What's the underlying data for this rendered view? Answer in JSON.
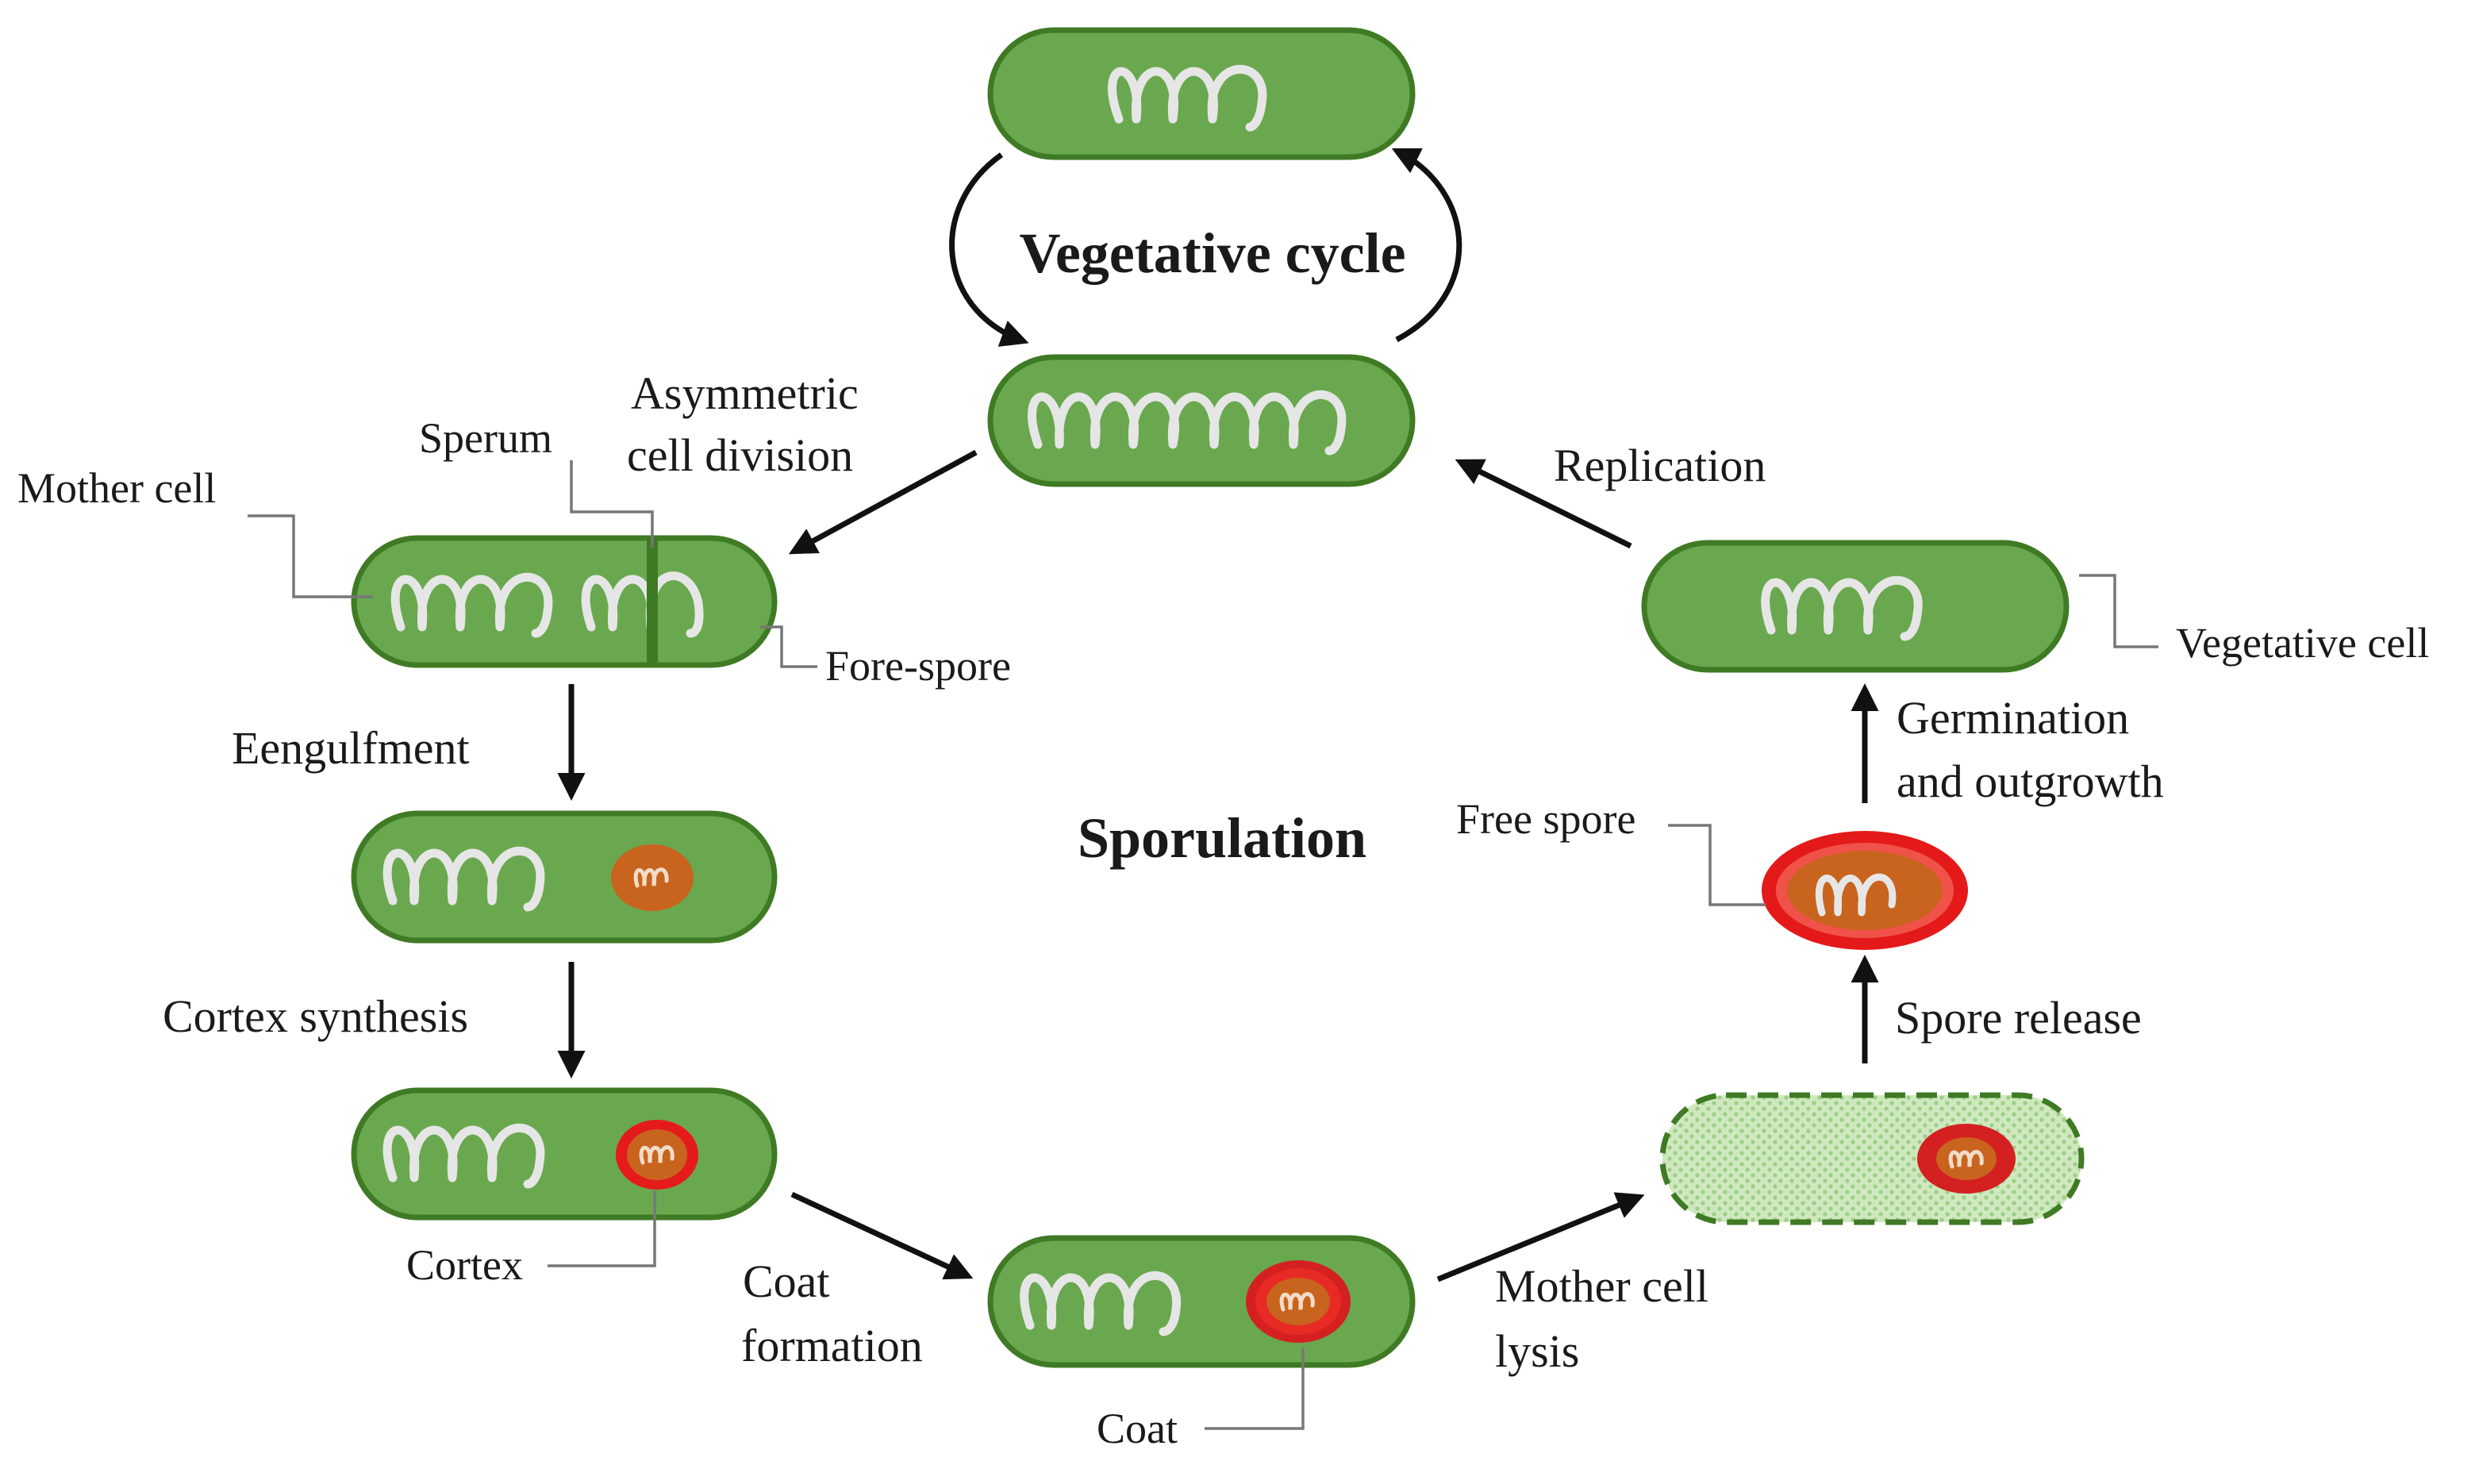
{
  "colors": {
    "cell_fill": "#6aa84f",
    "cell_stroke": "#3f7a24",
    "dna": "#e6e6e6",
    "forespore": "#c8641e",
    "cortex_ring": "#e51b1b",
    "coat": "#d42020",
    "lysed_cell": "#c6e3b4",
    "septum": "#3f7a24"
  },
  "titles": {
    "vegetative_cycle": "Vegetative cycle",
    "sporulation": "Sporulation"
  },
  "steps": {
    "asymmetric_division_line1": "Asymmetric",
    "asymmetric_division_line2": "cell division",
    "engulfment": "Eengulfment",
    "cortex_synthesis": "Cortex synthesis",
    "coat_formation_line1": "Coat",
    "coat_formation_line2": "formation",
    "mother_cell_lysis_line1": "Mother cell",
    "mother_cell_lysis_line2": "lysis",
    "spore_release": "Spore release",
    "germination_line1": "Germination",
    "germination_line2": "and outgrowth",
    "replication": "Replication"
  },
  "callouts": {
    "mother_cell": "Mother cell",
    "sperum": "Sperum",
    "fore_spore": "Fore-spore",
    "cortex": "Cortex",
    "coat": "Coat",
    "free_spore": "Free spore",
    "vegetative_cell": "Vegetative cell"
  },
  "icons": {
    "cycle_arrows": "curved-arrow-icon",
    "step_arrows": "arrow-icon",
    "chromosome": "coil-icon"
  }
}
